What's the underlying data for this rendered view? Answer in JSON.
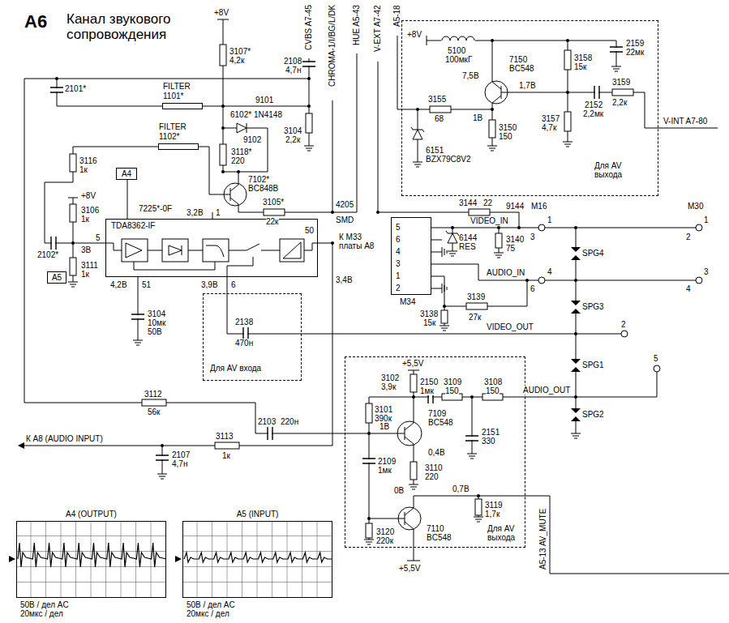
{
  "diagram": {
    "title": "Канал звукового сопровождения",
    "nodes": [
      {
        "text": [
          "Для AV выхода"
        ]
      },
      {
        "text": [
          "FILTER",
          "1101*"
        ]
      },
      {
        "text": [
          "FILTER",
          "1102*"
        ]
      },
      {
        "text": [
          "A4"
        ]
      },
      {
        "text": [
          "7225*-0F",
          "TDA8362-IF"
        ]
      },
      {
        "text": [
          "M34"
        ]
      },
      {
        "text": [
          "A5"
        ]
      },
      {
        "text": [
          "Для AV входа"
        ]
      },
      {
        "text": [
          "Для AV выхода"
        ]
      },
      {
        "text": [
          "A4 (OUTPUT)",
          "50В / дел AC 20мкс / дел"
        ]
      },
      {
        "text": [
          "A5 (INPUT)",
          "50В / дел AC 20мкс / дел"
        ]
      }
    ],
    "edges": [
      {
        "from": 3,
        "to": 4,
        "arrow": "none"
      },
      {
        "from": 4,
        "to": 7,
        "arrow": "none"
      }
    ],
    "labels": [
      "A6",
      "CVBS A7-45",
      "CHROMA-1/I/BG/L/DK",
      "HUE A5-43",
      "V-EXT A7-42",
      "A5-18",
      "+8V",
      "3107*",
      "4,2к",
      "2108",
      "4,7н",
      "2101*",
      "9101",
      "6102* 1N4148",
      "9102",
      "3104",
      "2,2к",
      "3118*",
      "220",
      "7102*",
      "BC848B",
      "3105*",
      "22к",
      "4205",
      "SMD",
      "3116",
      "1к",
      "+8V",
      "3106",
      "1к",
      "3,2В",
      "1",
      "5",
      "3В",
      "2102*",
      "3111",
      "1к",
      "50",
      "3,4В",
      "4,2В",
      "51",
      "3,9В",
      "6",
      "3104",
      "10мк",
      "50В",
      "2138",
      "470н",
      "3112",
      "56к",
      "2103",
      "220н",
      "3113",
      "1к",
      "К A8 (AUDIO INPUT)",
      "2107",
      "4,7н",
      "+5,5V",
      "3102",
      "3,9к",
      "2150",
      "1мк",
      "3109",
      "150",
      "3108",
      "150",
      "3101",
      "390к",
      "7109",
      "BC548",
      "1В",
      "0,4В",
      "2151",
      "330",
      "2109",
      "1мк",
      "3110",
      "220",
      "3120",
      "220к",
      "0В",
      "0,7В",
      "3119",
      "1,7к",
      "7110",
      "BC548",
      "+5,5V",
      "A5-13 AV_MUTE",
      "+8V",
      "5100",
      "100мкГ",
      "7150",
      "BC548",
      "7,5В",
      "1,7В",
      "3158",
      "15к",
      "2159",
      "22мк",
      "3159",
      "2,2к",
      "V-INT A7-80",
      "3155",
      "68",
      "1В",
      "3150",
      "150",
      "3157",
      "4,7к",
      "2152",
      "2,2мк",
      "6151",
      "BZX79C8V2",
      "3144",
      "22",
      "9144",
      "M16",
      "M30",
      "VIDEO_IN",
      "1",
      "1",
      "3",
      "2",
      "6144",
      "RES",
      "3140",
      "75",
      "К M33 платы A8",
      "5",
      "6",
      "4",
      "3",
      "1",
      "2",
      "SPG4",
      "4",
      "3",
      "6",
      "4",
      "AUDIO_IN",
      "3138",
      "15к",
      "3139",
      "27к",
      "SPG3",
      "2",
      "VIDEO_OUT",
      "SPG1",
      "5",
      "AUDIO_OUT",
      "SPG2"
    ]
  }
}
